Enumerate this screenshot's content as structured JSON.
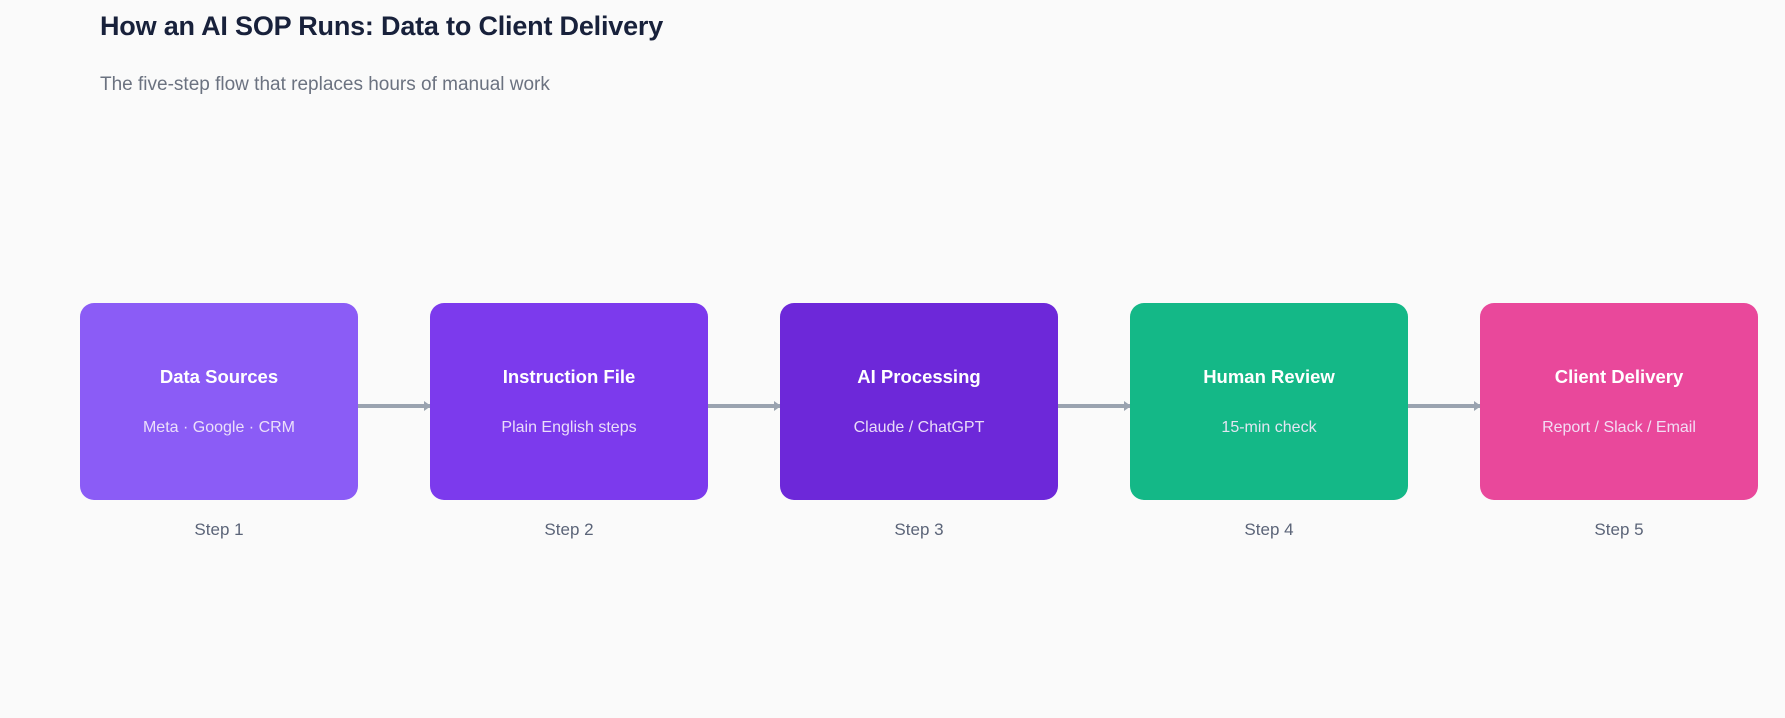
{
  "header": {
    "title": "How an AI SOP Runs: Data to Client Delivery",
    "subtitle": "The five-step flow that replaces hours of manual work"
  },
  "colors": {
    "background": "#fafafa",
    "title": "#18213b",
    "subtitle": "#6b7280",
    "step_label": "#5b6478",
    "connector": "#9aa3b0"
  },
  "flow": {
    "steps": [
      {
        "title": "Data Sources",
        "subtitle": "Meta · Google · CRM",
        "step_label": "Step 1",
        "color": "#8b5cf6"
      },
      {
        "title": "Instruction File",
        "subtitle": "Plain English steps",
        "step_label": "Step 2",
        "color": "#7c3aed"
      },
      {
        "title": "AI Processing",
        "subtitle": "Claude / ChatGPT",
        "step_label": "Step 3",
        "color": "#6d28d9"
      },
      {
        "title": "Human Review",
        "subtitle": "15-min check",
        "step_label": "Step 4",
        "color": "#14b887"
      },
      {
        "title": "Client Delivery",
        "subtitle": "Report / Slack / Email",
        "step_label": "Step 5",
        "color": "#e9489b"
      }
    ]
  }
}
